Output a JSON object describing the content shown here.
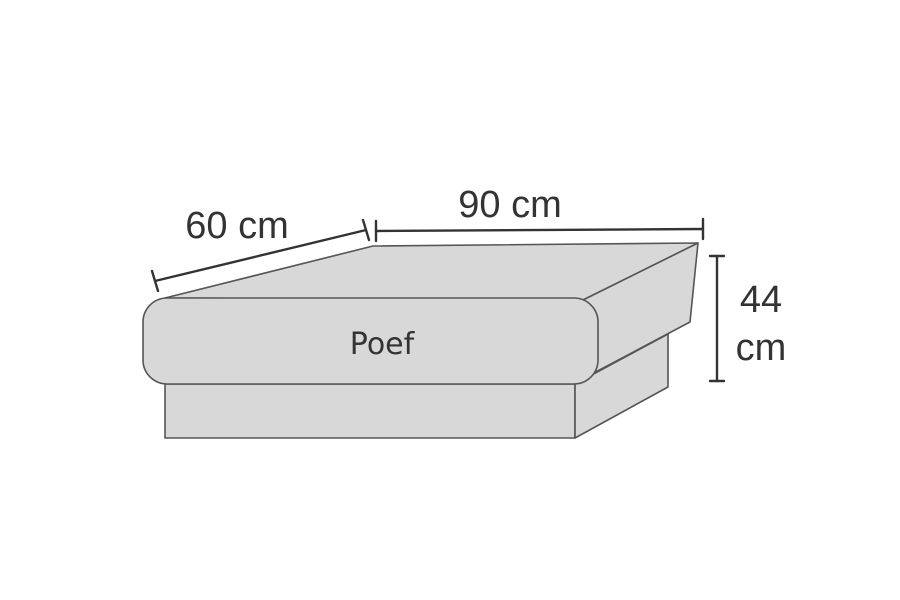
{
  "diagram": {
    "product_label": "Poef",
    "dimensions": {
      "width": "60 cm",
      "length": "90 cm",
      "height_value": "44",
      "height_unit": "cm"
    },
    "colors": {
      "fill": "#d8d8d8",
      "stroke": "#555555",
      "dimension_line": "#333333",
      "text": "#333333"
    }
  }
}
